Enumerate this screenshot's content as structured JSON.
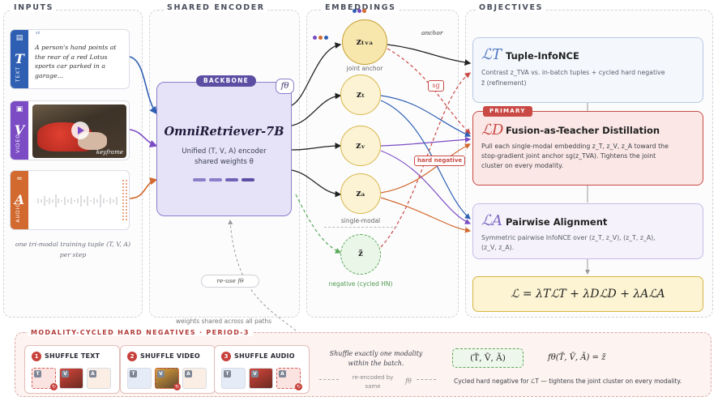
{
  "columns": {
    "inputs": "INPUTS",
    "encoder": "SHARED ENCODER",
    "embeddings": "EMBEDDINGS",
    "objectives": "OBJECTIVES"
  },
  "inputs": {
    "text": {
      "glyph": "T",
      "label": "TEXT",
      "quote": "“",
      "caption": "A person's hand points at the rear of a red Lotus sports car parked in a garage..."
    },
    "video": {
      "glyph": "V",
      "label": "VIDEO",
      "keyframe": "keyframe"
    },
    "audio": {
      "glyph": "A",
      "label": "AUDIO"
    },
    "footnote_1": "one tri-modal training tuple (T, V, A)",
    "footnote_2": "per step"
  },
  "encoder": {
    "badge": "BACKBONE",
    "fn": "fθ",
    "name": "OmniRetriever-7B",
    "desc_1": "Unified (T, V, A) encoder",
    "desc_2": "shared weights θ",
    "reuse": "re-use fθ",
    "shared_note": "weights shared across all paths"
  },
  "embeddings": {
    "z_tva": "zₜᵥₐ",
    "z_tva_label": "joint anchor",
    "anchor_label": "anchor",
    "z_t": "zₜ",
    "z_v": "zᵥ",
    "z_a": "zₐ",
    "single_modal": "single-modal",
    "z_neg": "z̃",
    "z_neg_label": "negative (cycled HN)",
    "sg": "sg",
    "hard_negative": "hard negative"
  },
  "objectives": {
    "tuple": {
      "sym": "ℒT",
      "title": "Tuple-InfoNCE",
      "desc_1": "Contrast z_TVA vs. in-batch tuples + cycled hard negative",
      "desc_2": "z̃ (refinement)"
    },
    "distill": {
      "badge": "PRIMARY",
      "sym": "ℒD",
      "title": "Fusion-as-Teacher Distillation",
      "desc_1": "Pull each single-modal embedding z_T, z_V, z_A toward the",
      "desc_2": "stop-gradient joint anchor sg(z_TVA). Tightens the joint",
      "desc_3": "cluster on every modality."
    },
    "pairwise": {
      "sym": "ℒA",
      "title": "Pairwise Alignment",
      "desc_1": "Symmetric pairwise InfoNCE over (z_T, z_V), (z_T, z_A),",
      "desc_2": "(z_V, z_A)."
    },
    "total": "ℒ = λTℒT + λDℒD + λAℒA"
  },
  "hard_negatives": {
    "title": "MODALITY-CYCLED HARD NEGATIVES · PERIOD-3",
    "cards": [
      {
        "num": "1",
        "label": "SHUFFLE TEXT"
      },
      {
        "num": "2",
        "label": "SHUFFLE VIDEO"
      },
      {
        "num": "3",
        "label": "SHUFFLE AUDIO"
      }
    ],
    "note_1": "Shuffle exactly one modality",
    "note_2": "within the batch.",
    "reencode_1": "re-encoded by",
    "reencode_2": "same",
    "reencode_fn": "fθ",
    "tuple": "(T̃, Ṽ, Ã)",
    "mapping": "fθ(T̃, Ṽ, Ã) = z̃",
    "summary": "Cycled hard negative for ℒT — tightens the joint cluster on every modality."
  },
  "colors": {
    "text": "#2f5fb3",
    "video": "#7b4cc4",
    "audio": "#d2692f",
    "primary": "#c94a45",
    "backbone": "#5b4ea3",
    "embedding": "#d8b64a",
    "negative": "#5aa95a"
  }
}
